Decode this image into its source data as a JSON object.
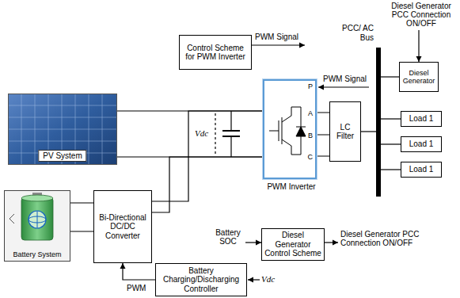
{
  "diagram": {
    "nodes": [
      {
        "text": [
          "Control Scheme for PWM Inverter"
        ]
      },
      {
        "text": [
          "PCC/ AC Bus"
        ]
      },
      {
        "text": [
          "Diesel Generator"
        ]
      },
      {
        "text": [
          "PV System"
        ]
      },
      {
        "text": [
          "PWM Inverter",
          "P",
          "A",
          "B",
          "C"
        ]
      },
      {
        "text": [
          "LC Filter"
        ]
      },
      {
        "text": [
          "Load 1"
        ]
      },
      {
        "text": [
          "Load 1"
        ]
      },
      {
        "text": [
          "Load 1"
        ]
      },
      {
        "text": [
          "Battery System"
        ]
      },
      {
        "text": [
          "Bi-Directional DC/DC Converter"
        ]
      },
      {
        "text": [
          "Diesel Generator Control Scheme"
        ]
      },
      {
        "text": [
          "Battery Charging/Discharging Controller"
        ]
      }
    ],
    "edges": [
      {
        "from": 3,
        "to": 4,
        "arrow": "none"
      },
      {
        "from": 9,
        "to": 10,
        "arrow": "none"
      },
      {
        "from": 10,
        "to": 4,
        "arrow": "none"
      },
      {
        "from": 4,
        "to": 5,
        "arrow": "none"
      },
      {
        "from": 5,
        "to": 1,
        "arrow": "none"
      },
      {
        "from": 1,
        "to": 2,
        "arrow": "none"
      },
      {
        "from": 1,
        "to": 6,
        "arrow": "none"
      },
      {
        "from": 1,
        "to": 7,
        "arrow": "none"
      },
      {
        "from": 1,
        "to": 8,
        "arrow": "none"
      },
      {
        "from": 12,
        "to": 10,
        "label": "PWM",
        "arrow": "to"
      }
    ],
    "labels": [
      "Diesel Generator PCC Connection ON/OFF",
      "PWM Signal",
      "PWM Signal",
      "Vdc",
      "Battery SOC",
      "Diesel Generator PCC Connection ON/OFF",
      "Vdc"
    ]
  }
}
